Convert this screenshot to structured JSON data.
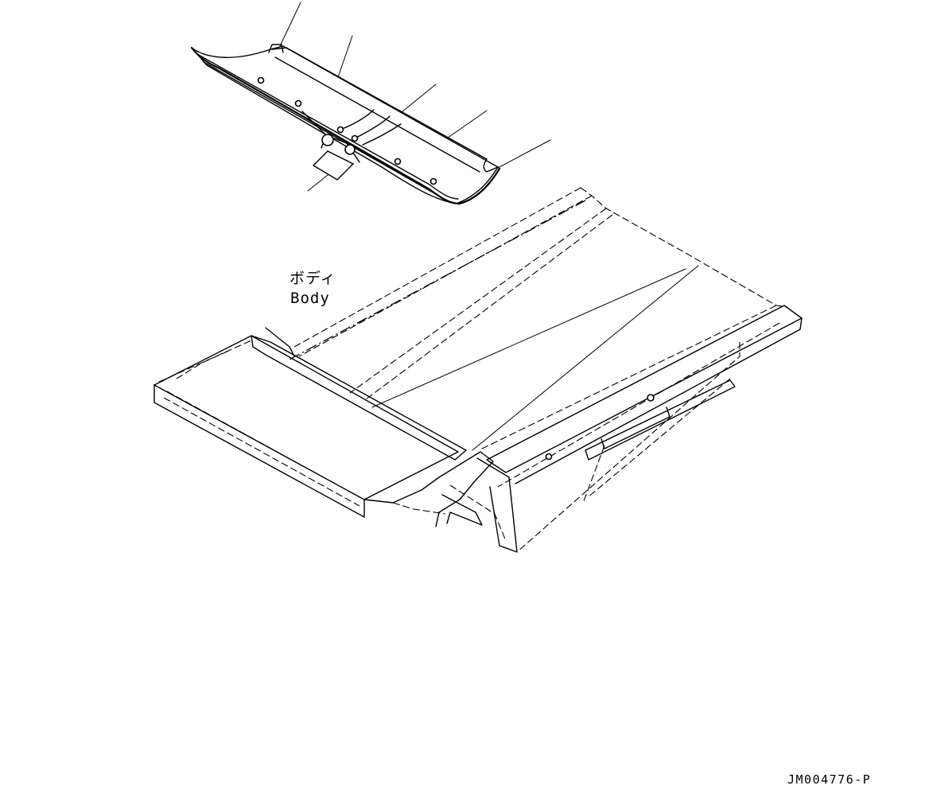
{
  "diagram": {
    "part_label_jp": "ボディ",
    "part_label_en": "Body",
    "drawing_code": "JM004776-P"
  },
  "colors": {
    "line": "#000000",
    "background": "#ffffff"
  }
}
